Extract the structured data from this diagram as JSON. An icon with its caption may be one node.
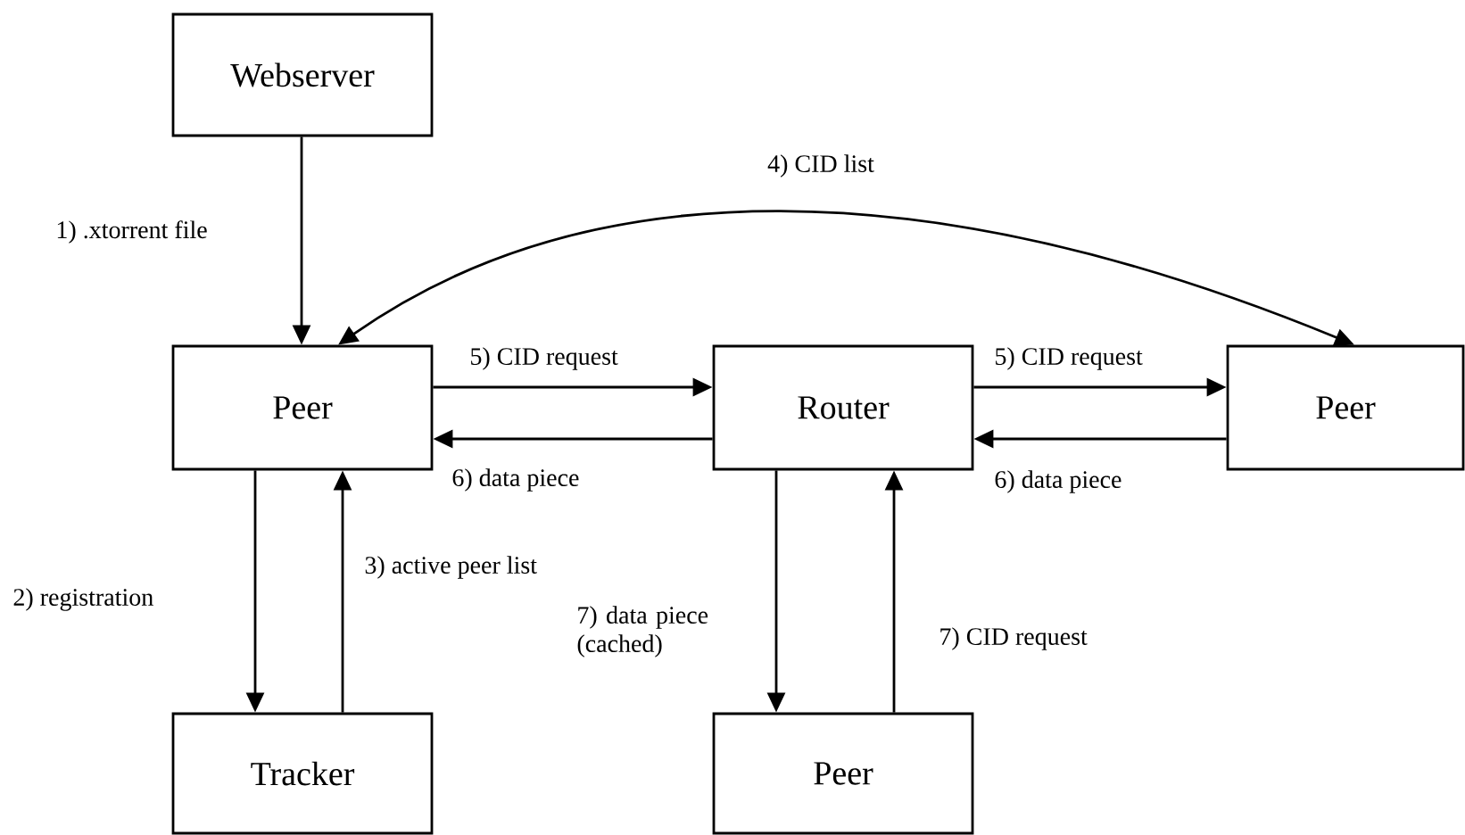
{
  "diagram": {
    "nodes": [
      {
        "text": [
          "Webserver"
        ]
      },
      {
        "text": [
          "Peer"
        ]
      },
      {
        "text": [
          "Tracker"
        ]
      },
      {
        "text": [
          "Router"
        ]
      },
      {
        "text": [
          "Peer"
        ]
      },
      {
        "text": [
          "Peer"
        ]
      }
    ],
    "edges": [
      {
        "from": 0,
        "to": 1,
        "arrow": "to",
        "label": "1) .xtorrent file"
      },
      {
        "from": 1,
        "to": 2,
        "arrow": "to",
        "label": "2) registration"
      },
      {
        "from": 2,
        "to": 1,
        "arrow": "to",
        "label": "3) active peer list"
      },
      {
        "from": 1,
        "to": 4,
        "arrow": "both",
        "label": "4) CID list"
      },
      {
        "from": 1,
        "to": 3,
        "arrow": "to",
        "label": "5) CID request"
      },
      {
        "from": 3,
        "to": 1,
        "arrow": "to",
        "label": "6) data piece"
      },
      {
        "from": 3,
        "to": 4,
        "arrow": "to",
        "label": "5) CID request"
      },
      {
        "from": 4,
        "to": 3,
        "arrow": "to",
        "label": "6) data piece"
      },
      {
        "from": 3,
        "to": 5,
        "arrow": "to",
        "label": "7) data piece (cached)"
      },
      {
        "from": 5,
        "to": 3,
        "arrow": "to",
        "label": "7) CID request"
      }
    ]
  }
}
